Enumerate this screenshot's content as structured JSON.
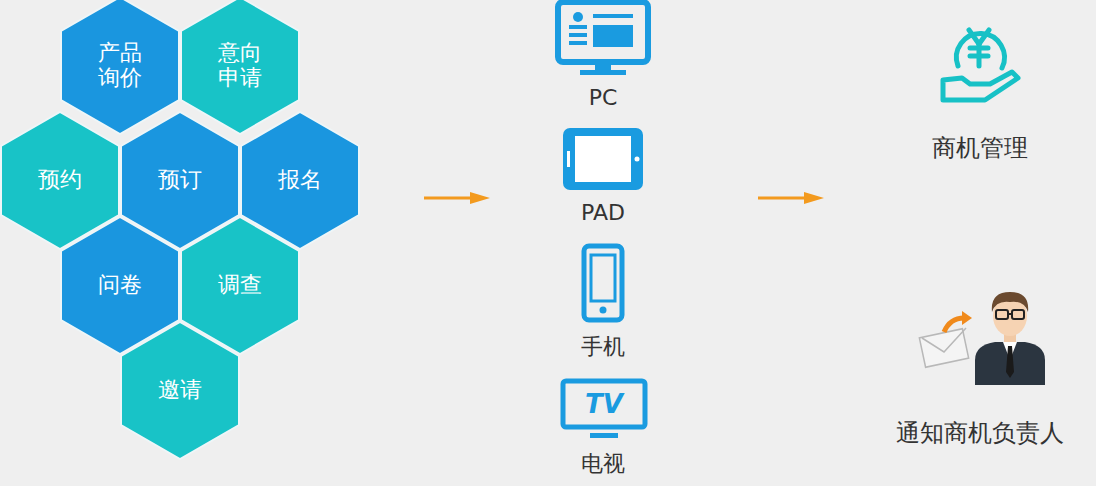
{
  "diagram": {
    "nodes": [
      {
        "text": [
          "产品 询价"
        ]
      },
      {
        "text": [
          "意向 申请"
        ]
      },
      {
        "text": [
          "预约"
        ]
      },
      {
        "text": [
          "预订"
        ]
      },
      {
        "text": [
          "报名"
        ]
      },
      {
        "text": [
          "问卷"
        ]
      },
      {
        "text": [
          "调查"
        ]
      },
      {
        "text": [
          "邀请"
        ]
      }
    ],
    "labels": [
      "PC",
      "PAD",
      "手机",
      "TV",
      "电视",
      "商机管理",
      "通知商机负责人"
    ]
  }
}
